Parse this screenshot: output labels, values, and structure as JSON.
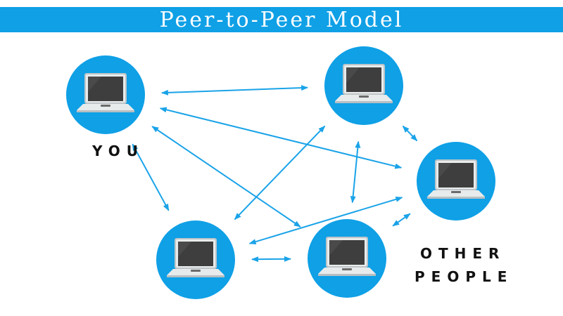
{
  "title": "Peer-to-Peer Model",
  "labels": {
    "you": "YOU",
    "other_line1": "OTHER",
    "other_line2": "PEOPLE"
  },
  "colors": {
    "title_bar": "#0fa0e6",
    "node_fill": "#0fa0e6",
    "arrow": "#1aa3e8",
    "label_text": "#111111"
  },
  "nodes": [
    {
      "id": "you",
      "icon": "laptop-icon"
    },
    {
      "id": "peer-top",
      "icon": "laptop-icon"
    },
    {
      "id": "peer-right",
      "icon": "laptop-icon"
    },
    {
      "id": "peer-bottom-left",
      "icon": "laptop-icon"
    },
    {
      "id": "peer-bottom-middle",
      "icon": "laptop-icon"
    }
  ],
  "connections": [
    [
      "you",
      "peer-top"
    ],
    [
      "you",
      "peer-right"
    ],
    [
      "you",
      "peer-bottom-left"
    ],
    [
      "you",
      "peer-bottom-middle"
    ],
    [
      "peer-top",
      "peer-right"
    ],
    [
      "peer-top",
      "peer-bottom-left"
    ],
    [
      "peer-top",
      "peer-bottom-middle"
    ],
    [
      "peer-right",
      "peer-bottom-left"
    ],
    [
      "peer-right",
      "peer-bottom-middle"
    ],
    [
      "peer-bottom-left",
      "peer-bottom-middle"
    ]
  ]
}
